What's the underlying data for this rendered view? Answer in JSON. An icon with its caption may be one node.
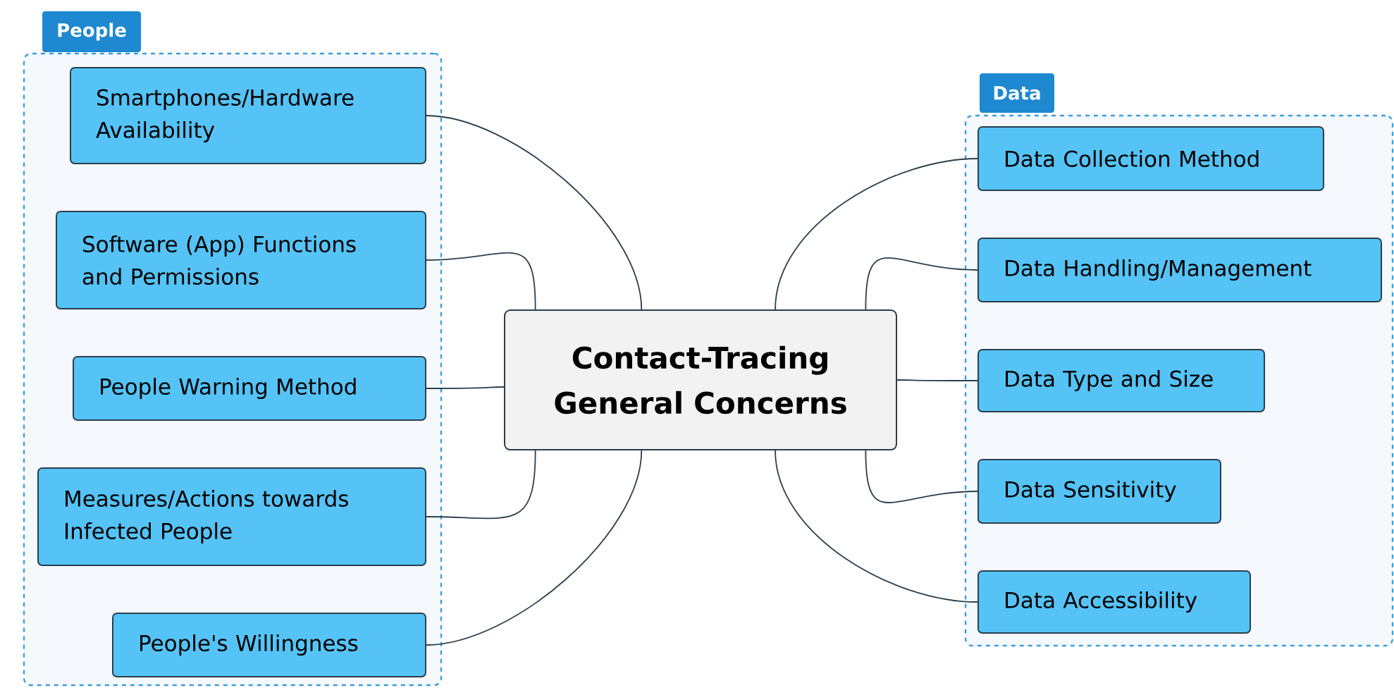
{
  "diagram": {
    "nodes": [
      {
        "text": [
          "People"
        ]
      },
      {
        "text": [
          "Smartphones/Hardware Availability"
        ],
        "in": 0
      },
      {
        "text": [
          "Software (App) Functions and Permissions"
        ],
        "in": 0
      },
      {
        "text": [
          "People Warning Method"
        ],
        "in": 0
      },
      {
        "text": [
          "Measures/Actions towards Infected People"
        ],
        "in": 0
      },
      {
        "text": [
          "People's Willingness"
        ],
        "in": 0
      },
      {
        "text": [
          "Data"
        ]
      },
      {
        "text": [
          "Data Collection Method"
        ],
        "in": 6
      },
      {
        "text": [
          "Data Handling/Management"
        ],
        "in": 6
      },
      {
        "text": [
          "Data Type and Size"
        ],
        "in": 6
      },
      {
        "text": [
          "Data Sensitivity"
        ],
        "in": 6
      },
      {
        "text": [
          "Data Accessibility"
        ],
        "in": 6
      },
      {
        "text": [
          "Contact-Tracing General Concerns"
        ]
      }
    ],
    "edges": [
      {
        "from": 12,
        "to": 1,
        "arrow": "none"
      },
      {
        "from": 12,
        "to": 2,
        "arrow": "none"
      },
      {
        "from": 12,
        "to": 3,
        "arrow": "none"
      },
      {
        "from": 12,
        "to": 4,
        "arrow": "none"
      },
      {
        "from": 12,
        "to": 5,
        "arrow": "none"
      },
      {
        "from": 12,
        "to": 7,
        "arrow": "none"
      },
      {
        "from": 12,
        "to": 8,
        "arrow": "none"
      },
      {
        "from": 12,
        "to": 9,
        "arrow": "none"
      },
      {
        "from": 12,
        "to": 10,
        "arrow": "none"
      },
      {
        "from": 12,
        "to": 11,
        "arrow": "none"
      }
    ]
  }
}
